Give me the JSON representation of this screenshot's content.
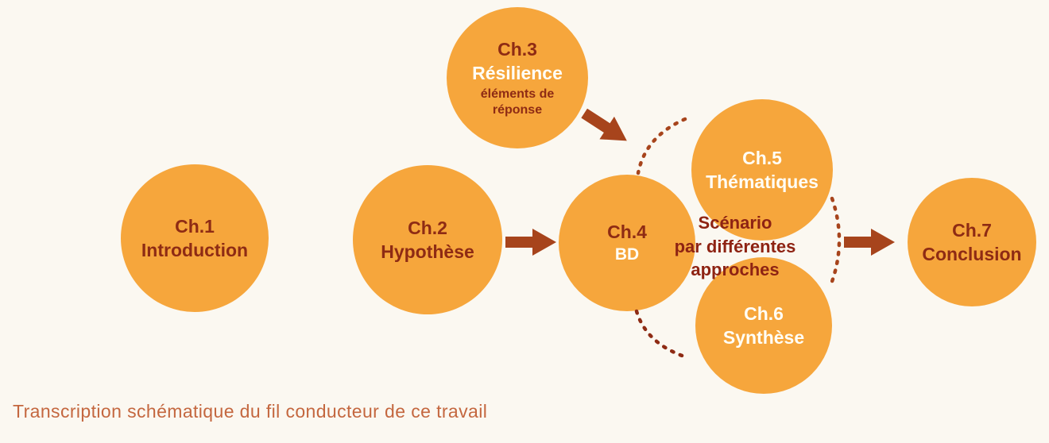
{
  "colors": {
    "background": "#FBF8F1",
    "circle": "#F6A63C",
    "dark_text": "#8E2B14",
    "light_text": "#FFFEF6",
    "arrow": "#A7441C",
    "caption": "#C4673F"
  },
  "nodes": {
    "ch1": {
      "number": "Ch.1",
      "title": "Introduction"
    },
    "ch2": {
      "number": "Ch.2",
      "title": "Hypothèse"
    },
    "ch3": {
      "number": "Ch.3",
      "title": "Résilience",
      "subtitle": "éléments de\nréponse"
    },
    "ch4": {
      "number": "Ch.4",
      "title": "BD"
    },
    "ch5": {
      "number": "Ch.5",
      "title": "Thématiques"
    },
    "ch6": {
      "number": "Ch.6",
      "title": "Synthèse"
    },
    "ch7": {
      "number": "Ch.7",
      "title": "Conclusion"
    }
  },
  "cluster_label": "Scénario\npar différentes\napproches",
  "arrows": [
    {
      "name": "ch2-to-ch4"
    },
    {
      "name": "ch3-to-cluster"
    },
    {
      "name": "cluster-to-ch7"
    }
  ],
  "caption": "Transcription schématique du fil conducteur de ce travail"
}
